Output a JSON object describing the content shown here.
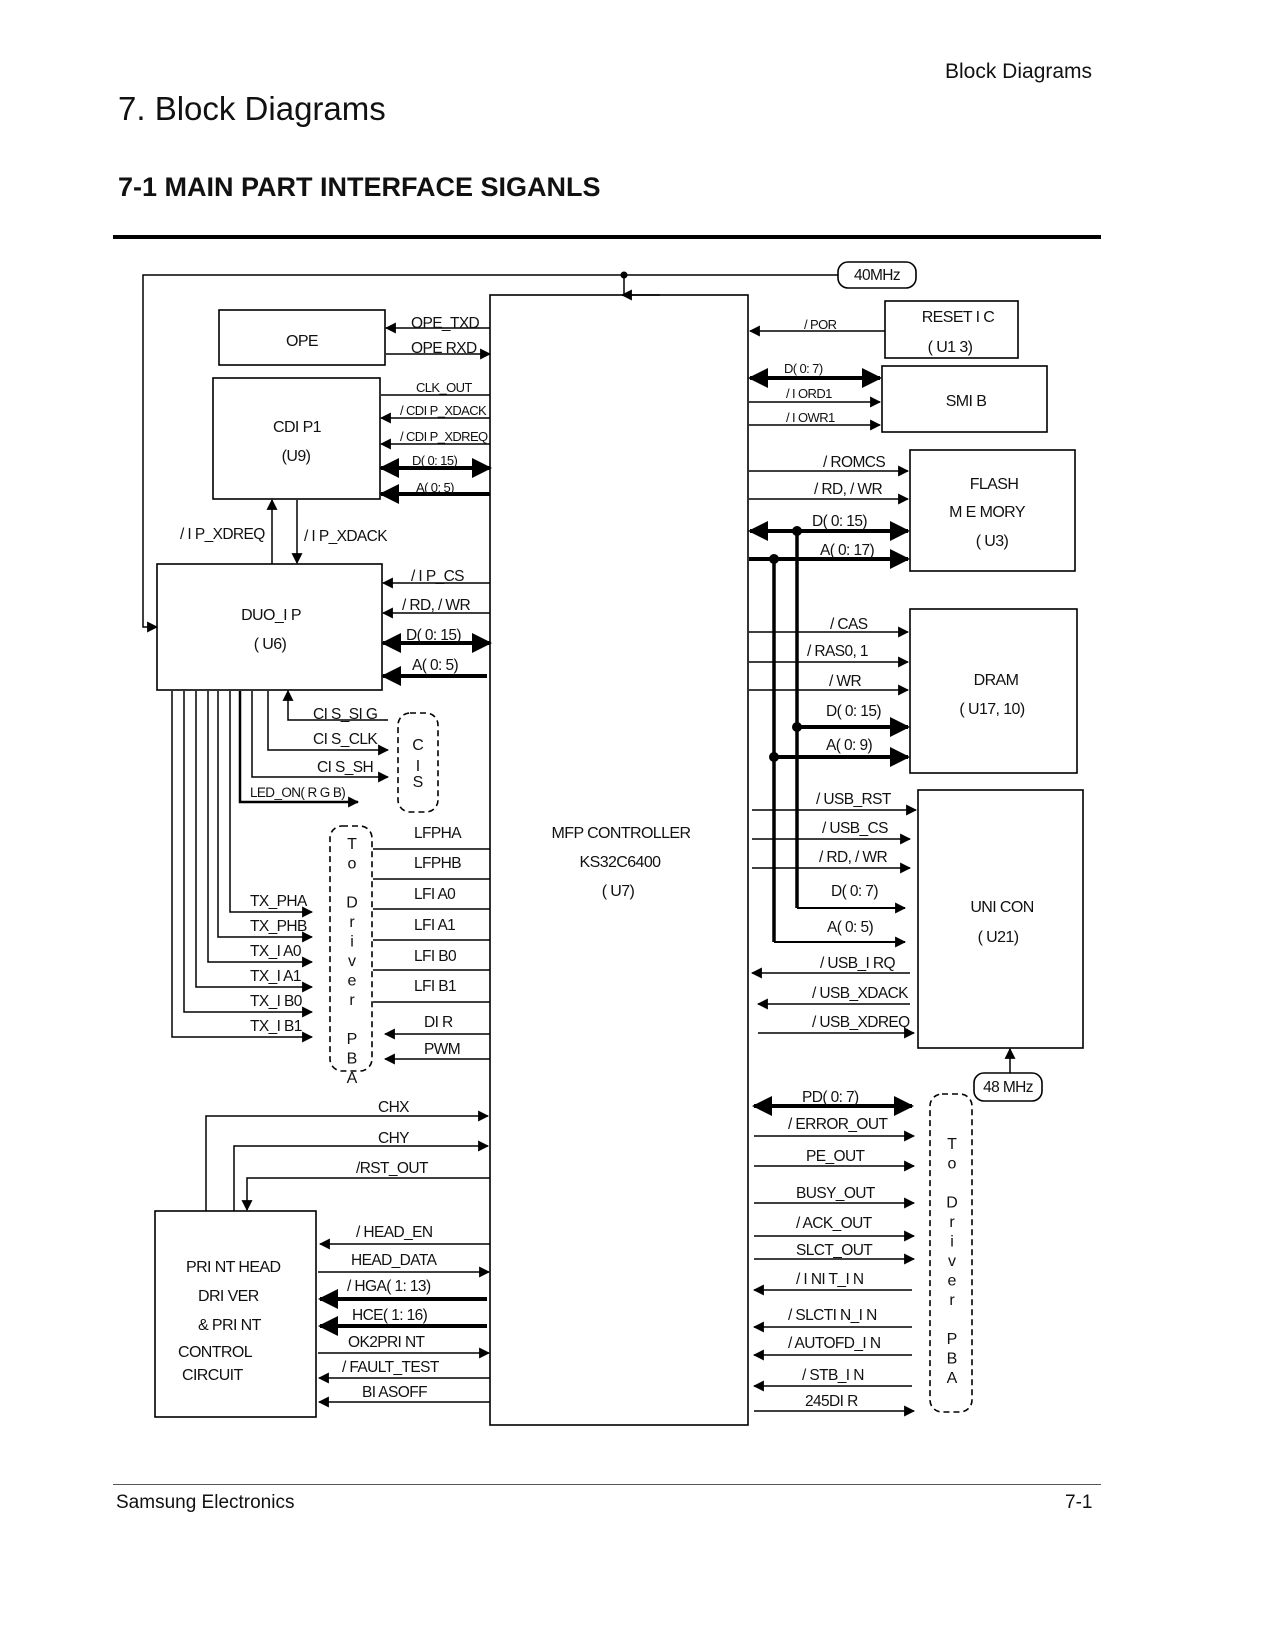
{
  "page": {
    "header_right": "Block Diagrams",
    "chapter_title": "7.  Block Diagrams",
    "section_title": "7-1  MAIN PART INTERFACE SIGANLS",
    "footer_left": "Samsung Electronics",
    "footer_right": "7-1"
  },
  "blocks": {
    "ope": [
      "OPE"
    ],
    "cdip1": [
      "CDI P1",
      "(U9)"
    ],
    "duo_ip": [
      "DUO_I P",
      "( U6)"
    ],
    "mfp": [
      "MFP CONTROLLER",
      "KS32C6400",
      "( U7)"
    ],
    "reset_ic": [
      "RESET I C",
      "( U1 3)"
    ],
    "smib": [
      "SMI B"
    ],
    "flash": [
      "FLASH",
      "M E MORY",
      "( U3)"
    ],
    "dram": [
      "DRAM",
      "( U17, 10)"
    ],
    "unicon": [
      "UNI CON",
      "( U21)"
    ],
    "print_head": [
      "PRI NT HEAD",
      "DRI VER",
      "& PRI NT",
      "CONTROL",
      "CIRCUIT"
    ],
    "cis": [
      "C",
      "I",
      "S"
    ],
    "to_driver_pba": [
      "T",
      "o",
      "",
      "D",
      "r",
      "i",
      "v",
      "e",
      "r",
      "",
      "P",
      "B",
      "A"
    ]
  },
  "clocks": {
    "clk40": "40MHz",
    "clk48": "48 MHz"
  },
  "signals": {
    "ope_txd": "OPE_TXD",
    "ope_rxd": "OPE RXD",
    "clk_out": "CLK_OUT",
    "cdip_xdack": "/ CDI P_XDACK",
    "cdip_xdreq": "/ CDI P_XDREQ",
    "cdip_d": "D( 0: 15)",
    "cdip_a": "A( 0: 5)",
    "ip_xdreq": "/ I P_XDREQ",
    "ip_xdack": "/ I P_XDACK",
    "ip_cs": "/ I P_CS",
    "duo_rdwr": "/ RD,  / WR",
    "duo_d": "D( 0: 15)",
    "duo_a": "A( 0: 5)",
    "cis_sig": "CI S_SI G",
    "cis_clk": "CI S_CLK",
    "cis_sh": "CI S_SH",
    "led_on": "LED_ON( R G B)",
    "lfpha": "LFPHA",
    "lfphb": "LFPHB",
    "lfia0": "LFI A0",
    "lfia1": "LFI A1",
    "lfib0": "LFI B0",
    "lfib1": "LFI B1",
    "dir": "DI R",
    "pwm": "PWM",
    "tx_pha": "TX_PHA",
    "tx_phb": "TX_PHB",
    "tx_ia0": "TX_I A0",
    "tx_ia1": "TX_I A1",
    "tx_ib0": "TX_I B0",
    "tx_ib1": "TX_I B1",
    "chx": "CHX",
    "chy": "CHY",
    "rst_out": "/RST_OUT",
    "head_en": "/ HEAD_EN",
    "head_data": "HEAD_DATA",
    "hga": "/ HGA( 1: 13)",
    "hce": "HCE( 1: 16)",
    "ok2print": "OK2PRI NT",
    "fault_test": "/ FAULT_TEST",
    "biasoff": "BI ASOFF",
    "por": "/ POR",
    "smib_d": "D( 0: 7)",
    "iord1": "/ I ORD1",
    "iowr1": "/ I OWR1",
    "romcs": "/ ROMCS",
    "flash_rdwr": "/ RD,  / WR",
    "flash_d": "D( 0: 15)",
    "flash_a": "A( 0: 17)",
    "cas": "/ CAS",
    "ras": "/ RAS0,   1",
    "dram_wr": "/ WR",
    "dram_d": "D( 0: 15)",
    "dram_a": "A( 0: 9)",
    "usb_rst": "/ USB_RST",
    "usb_cs": "/ USB_CS",
    "usb_rdwr": "/ RD,  / WR",
    "usb_d": "D( 0: 7)",
    "usb_a": "A( 0: 5)",
    "usb_irq": "/ USB_I RQ",
    "usb_xdack": "/ USB_XDACK",
    "usb_xdreq": "/ USB_XDREQ",
    "pd": "PD( 0: 7)",
    "error_out": "/ ERROR_OUT",
    "pe_out": "PE_OUT",
    "busy_out": "BUSY_OUT",
    "ack_out": "/ ACK_OUT",
    "slct_out": "SLCT_OUT",
    "init_in": "/ I NI T_I N",
    "slctin_in": "/ SLCTI N_I N",
    "autofd_in": "/ AUTOFD_I N",
    "stb_in": "/ STB_I N",
    "dir245": "245DI R"
  }
}
